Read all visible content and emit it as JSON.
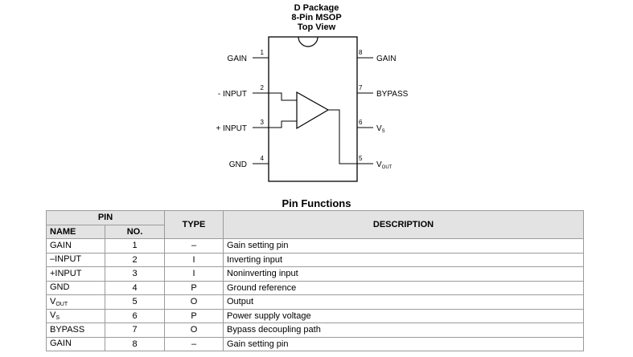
{
  "package": {
    "title_line1": "D Package",
    "title_line2": "8-Pin MSOP",
    "title_line3": "Top View"
  },
  "pinout": {
    "left": [
      {
        "num": "1",
        "label": "GAIN"
      },
      {
        "num": "2",
        "label": "- INPUT"
      },
      {
        "num": "3",
        "label": "+ INPUT"
      },
      {
        "num": "4",
        "label": "GND"
      }
    ],
    "right": [
      {
        "num": "8",
        "label": "GAIN",
        "sub": ""
      },
      {
        "num": "7",
        "label": "BYPASS",
        "sub": ""
      },
      {
        "num": "6",
        "label": "V",
        "sub": "S"
      },
      {
        "num": "5",
        "label": "V",
        "sub": "OUT"
      }
    ]
  },
  "pin_functions": {
    "title": "Pin Functions",
    "headers": {
      "pin": "PIN",
      "name": "NAME",
      "no": "NO.",
      "type": "TYPE",
      "description": "DESCRIPTION"
    },
    "rows": [
      {
        "name": "GAIN",
        "sub": "",
        "no": "1",
        "type": "–",
        "desc": "Gain setting pin"
      },
      {
        "name": "–INPUT",
        "sub": "",
        "no": "2",
        "type": "I",
        "desc": "Inverting input"
      },
      {
        "name": "+INPUT",
        "sub": "",
        "no": "3",
        "type": "I",
        "desc": "Noninverting input"
      },
      {
        "name": "GND",
        "sub": "",
        "no": "4",
        "type": "P",
        "desc": "Ground reference"
      },
      {
        "name": "V",
        "sub": "OUT",
        "no": "5",
        "type": "O",
        "desc": "Output"
      },
      {
        "name": "V",
        "sub": "S",
        "no": "6",
        "type": "P",
        "desc": "Power supply voltage"
      },
      {
        "name": "BYPASS",
        "sub": "",
        "no": "7",
        "type": "O",
        "desc": "Bypass decoupling path"
      },
      {
        "name": "GAIN",
        "sub": "",
        "no": "8",
        "type": "–",
        "desc": "Gain setting pin"
      }
    ]
  }
}
